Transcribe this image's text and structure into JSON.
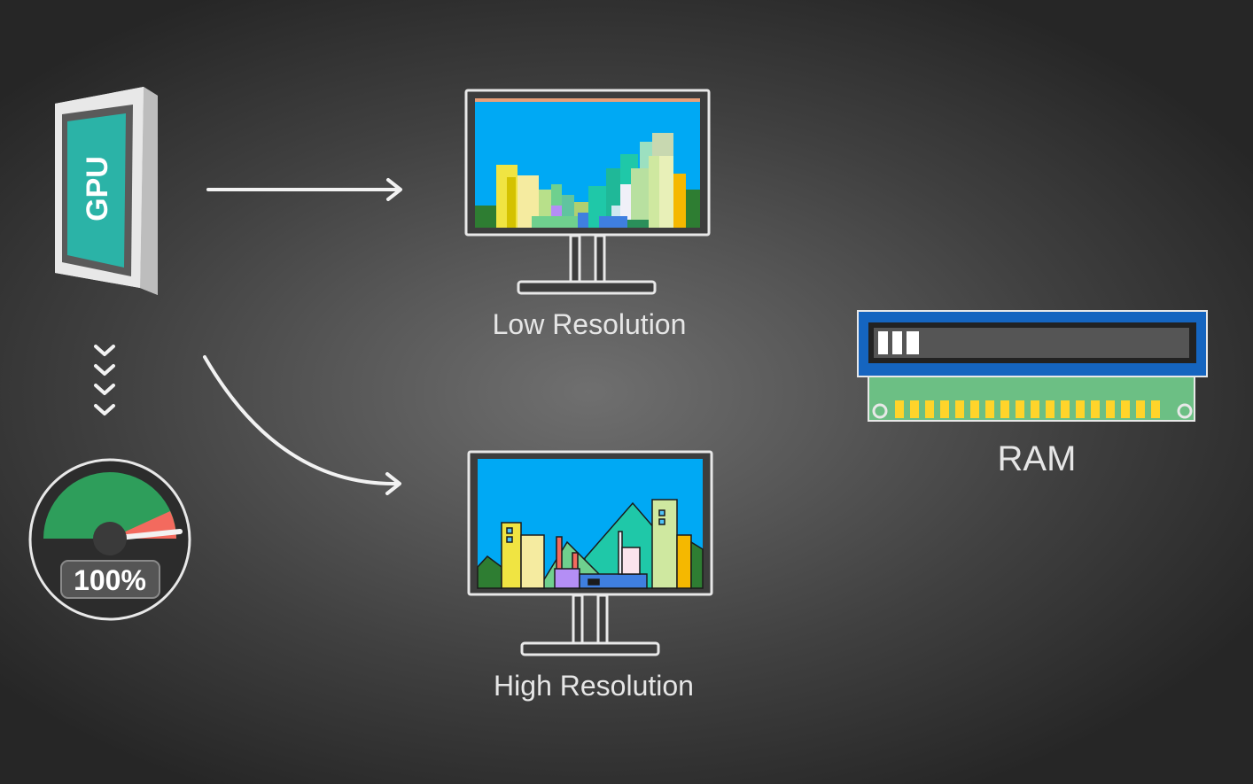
{
  "gpu": {
    "label": "GPU"
  },
  "gauge": {
    "readout": "100%",
    "level_percent": 100
  },
  "low_monitor": {
    "caption": "Low Resolution"
  },
  "high_monitor": {
    "caption": "High Resolution"
  },
  "ram": {
    "caption": "RAM",
    "filled_segments": 3
  },
  "colors": {
    "sky": "#00A9F4",
    "teal": "#1FC8A8",
    "gauge_green": "#2E9E5B",
    "gauge_red": "#F36A5E",
    "ram_blue": "#1565C0",
    "ram_board": "#6CBF84",
    "ram_pins": "#FFD42A",
    "line": "#F2F2F2"
  },
  "icons": [
    "gpu-chip-icon",
    "arrow-right-icon",
    "curved-arrow-icon",
    "chevron-down-icon",
    "speedometer-icon",
    "monitor-icon",
    "ram-stick-icon"
  ]
}
